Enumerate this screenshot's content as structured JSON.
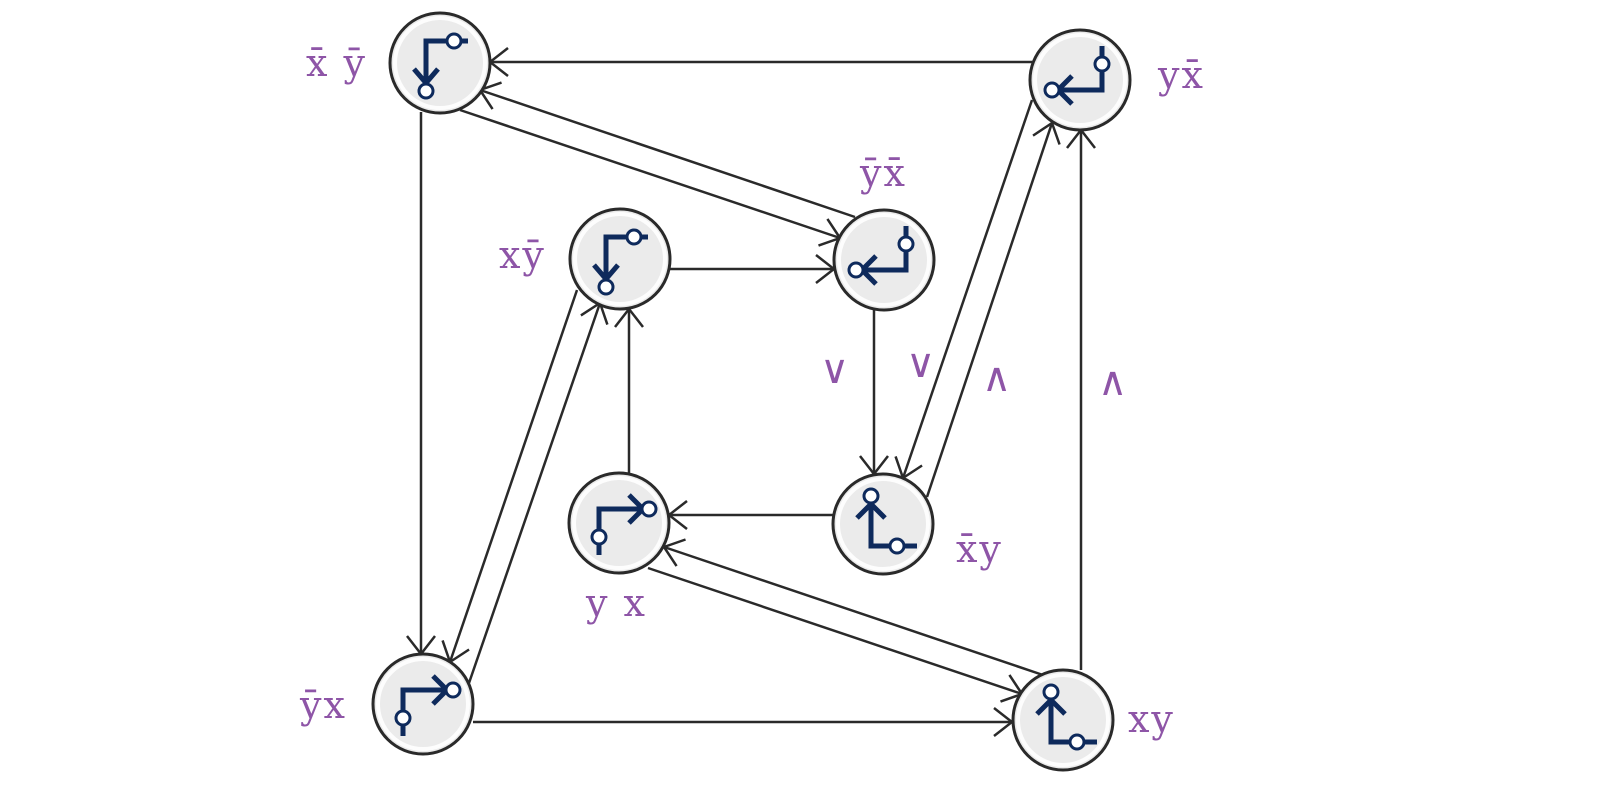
{
  "nodes": [
    {
      "id": "n1",
      "label": "x̄ ȳ",
      "glyph": "corner-right-down-arrow-icon"
    },
    {
      "id": "n2",
      "label": "yx̄",
      "glyph": "corner-down-left-arrow-icon"
    },
    {
      "id": "n3",
      "label": "xȳ",
      "glyph": "corner-right-down-arrow-icon"
    },
    {
      "id": "n4",
      "label": "ȳx̄",
      "glyph": "corner-down-left-arrow-icon"
    },
    {
      "id": "n5",
      "label": "y x",
      "glyph": "corner-up-right-arrow-icon"
    },
    {
      "id": "n6",
      "label": "x̄y",
      "glyph": "corner-left-up-arrow-icon"
    },
    {
      "id": "n7",
      "label": "ȳx",
      "glyph": "corner-up-right-arrow-icon"
    },
    {
      "id": "n8",
      "label": "xy",
      "glyph": "corner-left-up-arrow-icon"
    }
  ],
  "edges": [
    {
      "from": "n2",
      "to": "n1"
    },
    {
      "from": "n4",
      "to": "n1"
    },
    {
      "from": "n1",
      "to": "n4"
    },
    {
      "from": "n1",
      "to": "n7"
    },
    {
      "from": "n3",
      "to": "n4"
    },
    {
      "from": "n4",
      "to": "n6"
    },
    {
      "from": "n2",
      "to": "n6"
    },
    {
      "from": "n6",
      "to": "n2"
    },
    {
      "from": "n8",
      "to": "n2"
    },
    {
      "from": "n6",
      "to": "n5"
    },
    {
      "from": "n5",
      "to": "n3"
    },
    {
      "from": "n3",
      "to": "n7"
    },
    {
      "from": "n7",
      "to": "n3"
    },
    {
      "from": "n8",
      "to": "n5"
    },
    {
      "from": "n5",
      "to": "n8"
    },
    {
      "from": "n7",
      "to": "n8"
    }
  ],
  "operators": {
    "or_left": "∨",
    "or_right": "∨",
    "and_left": "∧",
    "and_right": "∧"
  },
  "colors": {
    "label": "#8e55a7",
    "glyph": "#0e2a5c",
    "edge": "#2a2a2a",
    "node_fill": "#ebebeb"
  }
}
